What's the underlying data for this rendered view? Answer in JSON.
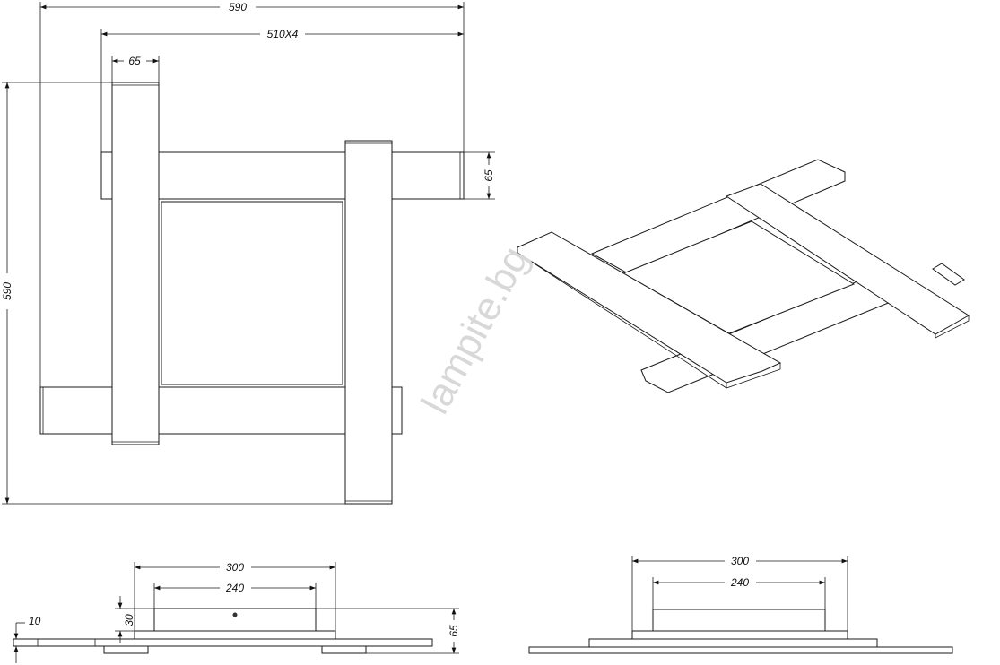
{
  "title": "Ceiling lamp dimension drawing",
  "watermark": "lampite.bg",
  "top_view": {
    "overall_width": "590",
    "bar_spacing": "510X4",
    "bar_width": "65",
    "bar_height_right": "65",
    "overall_height": "590"
  },
  "side_view_left": {
    "outer_width": "300",
    "inner_width": "240",
    "box_height": "30",
    "bar_thickness": "10",
    "total_height": "65"
  },
  "side_view_right": {
    "outer_width": "300",
    "inner_width": "240"
  },
  "colors": {
    "line": "#1a1a1a",
    "watermark": "#d8d8d8"
  }
}
